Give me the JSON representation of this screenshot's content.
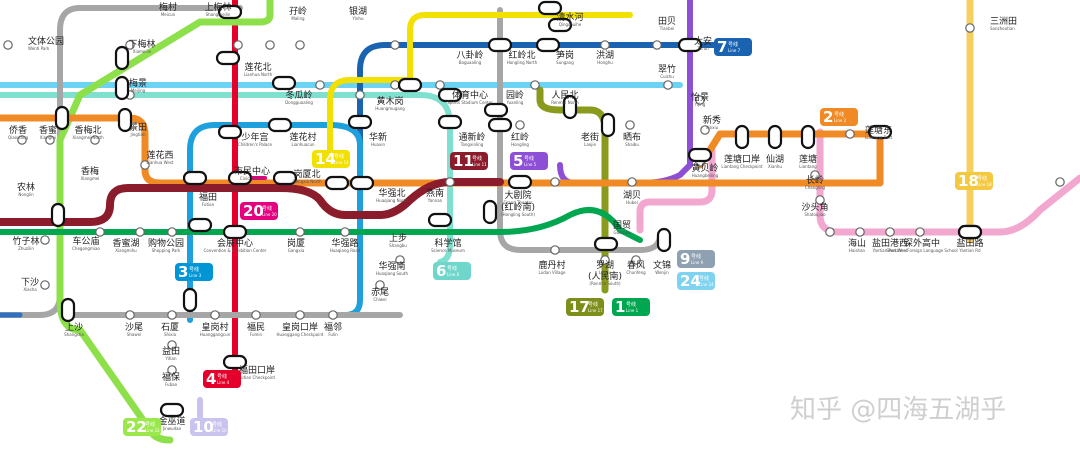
{
  "colors": {
    "line1": "#00a650",
    "line2": "#f08a24",
    "line3": "#0096d6",
    "line4": "#e4002b",
    "line5": "#8c4fd6",
    "line6": "#6fd6cc",
    "line7": "#1a63b0",
    "line9": "#8fa0b2",
    "line10": "#e8a5c9",
    "line11": "#8a1c2b",
    "line12": "#3070c0",
    "line14": "#f2e000",
    "line17": "#7d8e19",
    "line18": "#f5c842",
    "line20": "#68d8ff",
    "line22": "#9ae84c",
    "line24": "#7ed3f0",
    "grey": "#a6a6a6"
  },
  "stations": [
    {
      "zh": "梅村",
      "en": "Meicun"
    },
    {
      "zh": "上梅林",
      "en": "Shangmeilin"
    },
    {
      "zh": "孖岭",
      "en": "Maling"
    },
    {
      "zh": "银湖",
      "en": "Yinhu"
    },
    {
      "zh": "清水河",
      "en": "Qingshuihe"
    },
    {
      "zh": "田贝",
      "en": "Tianbei"
    },
    {
      "zh": "三洲田",
      "en": "Sanzhoutian"
    },
    {
      "zh": "文体公园",
      "en": "Wenti Park"
    },
    {
      "zh": "下梅林",
      "en": "Xiameilin"
    },
    {
      "zh": "莲花北",
      "en": "Lianhua North"
    },
    {
      "zh": "八卦岭",
      "en": "Baguaaling"
    },
    {
      "zh": "红岭北",
      "en": "Hongling North"
    },
    {
      "zh": "笋岗",
      "en": "Sungang"
    },
    {
      "zh": "洪湖",
      "en": "Honghu"
    },
    {
      "zh": "太安",
      "en": "Tai'an"
    },
    {
      "zh": "翠竹",
      "en": "Cuizhu"
    },
    {
      "zh": "梅景",
      "en": "Meijing"
    },
    {
      "zh": "冬瓜岭",
      "en": "Dongguaaling"
    },
    {
      "zh": "黄木岗",
      "en": "Huangmugang"
    },
    {
      "zh": "体育中心",
      "en": "Sports Stadium Center"
    },
    {
      "zh": "园岭",
      "en": "Yuanling"
    },
    {
      "zh": "人民北",
      "en": "Renmin North"
    },
    {
      "zh": "怡景",
      "en": "Yijing"
    },
    {
      "zh": "侨香",
      "en": "Qiaoxiang"
    },
    {
      "zh": "香蜜",
      "en": "Xiangmi"
    },
    {
      "zh": "香梅北",
      "en": "Xiangmei North"
    },
    {
      "zh": "景田",
      "en": "Jingtian"
    },
    {
      "zh": "少年宫",
      "en": "Children's Palace"
    },
    {
      "zh": "莲花村",
      "en": "Lianhuacun"
    },
    {
      "zh": "华新",
      "en": "Huaxin"
    },
    {
      "zh": "通新岭",
      "en": "Tongxinling"
    },
    {
      "zh": "红岭",
      "en": "Hongling"
    },
    {
      "zh": "老街",
      "en": "Laojie"
    },
    {
      "zh": "晒布",
      "en": "Shaibu"
    },
    {
      "zh": "新秀",
      "en": "Xinxiu"
    },
    {
      "zh": "莲塘东",
      "en": "Liantang East"
    },
    {
      "zh": "莲花西",
      "en": "Lianhua West"
    },
    {
      "zh": "市民中心",
      "en": "Civic Center"
    },
    {
      "zh": "岗厦北",
      "en": "Gangxia North"
    },
    {
      "zh": "莲塘口岸",
      "en": "Liantang Checkpoint"
    },
    {
      "zh": "仙湖",
      "en": "Xianhu"
    },
    {
      "zh": "莲塘",
      "en": "Liantang"
    },
    {
      "zh": "香梅",
      "en": "Xiangmei"
    },
    {
      "zh": "黄贝岭",
      "en": "Huangbeiling"
    },
    {
      "zh": "长岭",
      "en": "Changling"
    },
    {
      "zh": "农林",
      "en": "Nonglin"
    },
    {
      "zh": "福田",
      "en": "Futian"
    },
    {
      "zh": "华强北",
      "en": "Huaqiang North"
    },
    {
      "zh": "燕南",
      "en": "Yannan"
    },
    {
      "zh": "大剧院",
      "en": "Grand Theater"
    },
    {
      "zh": "(红岭南)",
      "en": "(Hongling South)"
    },
    {
      "zh": "湖贝",
      "en": "Hubei"
    },
    {
      "zh": "沙头角",
      "en": "Shatoujiao"
    },
    {
      "zh": "国贸",
      "en": "Guomao"
    },
    {
      "zh": "竹子林",
      "en": "Zhuzilin"
    },
    {
      "zh": "车公庙",
      "en": "Chegongmiao"
    },
    {
      "zh": "香蜜湖",
      "en": "Xiangmihu"
    },
    {
      "zh": "购物公园",
      "en": "Shopping Park"
    },
    {
      "zh": "会展中心",
      "en": "Convention & Exhibition Center"
    },
    {
      "zh": "岗厦",
      "en": "Gangxia"
    },
    {
      "zh": "华强路",
      "en": "Huaqiang Road"
    },
    {
      "zh": "上步",
      "en": "Shangbu"
    },
    {
      "zh": "科学馆",
      "en": "Science Museum"
    },
    {
      "zh": "鹿丹村",
      "en": "Ludan Village"
    },
    {
      "zh": "罗湖",
      "en": "Luohu"
    },
    {
      "zh": "(人民南)",
      "en": "(Renmin South)"
    },
    {
      "zh": "春风",
      "en": "Chunfeng"
    },
    {
      "zh": "文锦",
      "en": "Wenjin"
    },
    {
      "zh": "海山",
      "en": "Haishan"
    },
    {
      "zh": "盐田港西",
      "en": "Yantian Port West"
    },
    {
      "zh": "深外高中",
      "en": "Shenzhen Foreign Language School"
    },
    {
      "zh": "盐田路",
      "en": "Yantian Rd"
    },
    {
      "zh": "下沙",
      "en": "Xiasha"
    },
    {
      "zh": "华强南",
      "en": "Huaqiang South"
    },
    {
      "zh": "赤尾",
      "en": "Chiwei"
    },
    {
      "zh": "上沙",
      "en": "Shangsha"
    },
    {
      "zh": "沙尾",
      "en": "Shawei"
    },
    {
      "zh": "石厦",
      "en": "Shixia"
    },
    {
      "zh": "皇岗村",
      "en": "Huanggangcun"
    },
    {
      "zh": "福民",
      "en": "Fumin"
    },
    {
      "zh": "皇岗口岸",
      "en": "Huanggang Checkpoint"
    },
    {
      "zh": "福邻",
      "en": "Fulin"
    },
    {
      "zh": "益田",
      "en": "Yitian"
    },
    {
      "zh": "福保",
      "en": "Fubao"
    },
    {
      "zh": "福田口岸",
      "en": "Futian Checkpoint"
    },
    {
      "zh": "金巫道",
      "en": "Jinwudao"
    }
  ],
  "lines": [
    {
      "num": "7",
      "zh": "号线",
      "en": "Line 7",
      "color": "#1a63b0"
    },
    {
      "num": "2",
      "zh": "号线",
      "en": "Line 2",
      "color": "#f08a24"
    },
    {
      "num": "14",
      "zh": "号线",
      "en": "Line 14",
      "color": "#f2e000"
    },
    {
      "num": "11",
      "zh": "号线",
      "en": "Line 11",
      "color": "#8a1c2b"
    },
    {
      "num": "5",
      "zh": "号线",
      "en": "Line 5",
      "color": "#8c4fd6"
    },
    {
      "num": "18",
      "zh": "号线",
      "en": "Line 18",
      "color": "#f5c842"
    },
    {
      "num": "20",
      "zh": "号线",
      "en": "Line 20",
      "color": "#e4007f"
    },
    {
      "num": "9",
      "zh": "号线",
      "en": "Line 9",
      "color": "#8fa0b2"
    },
    {
      "num": "24",
      "zh": "号线",
      "en": "Line 24",
      "color": "#7ed3f0"
    },
    {
      "num": "3",
      "zh": "号线",
      "en": "Line 3",
      "color": "#0096d6"
    },
    {
      "num": "6",
      "zh": "号线",
      "en": "Line 6",
      "color": "#6fd6cc"
    },
    {
      "num": "17",
      "zh": "号线",
      "en": "Line 17",
      "color": "#7d8e19"
    },
    {
      "num": "1",
      "zh": "号线",
      "en": "Line 1",
      "color": "#00a650"
    },
    {
      "num": "4",
      "zh": "号线",
      "en": "Line 4",
      "color": "#e4002b"
    },
    {
      "num": "22",
      "zh": "号线",
      "en": "Line 22",
      "color": "#9ae84c"
    },
    {
      "num": "10",
      "zh": "号线",
      "en": "Line 10",
      "color": "#c9c3ef"
    }
  ],
  "watermark": "知乎 @四海五湖乎"
}
